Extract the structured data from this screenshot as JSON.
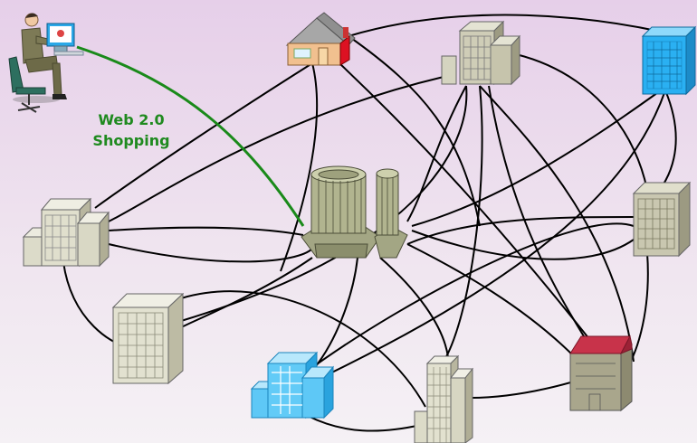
{
  "diagram": {
    "label_line1": "Web 2.0",
    "label_line2": "Shopping",
    "colors": {
      "background_top": "#e6cfe9",
      "background_bottom": "#f5f1f5",
      "connection": "#000000",
      "shopping_link": "#1a8a1a",
      "label": "#1f8a1f"
    },
    "nodes": [
      {
        "id": "shopper",
        "icon": "person-at-computer-icon"
      },
      {
        "id": "house",
        "icon": "house-icon"
      },
      {
        "id": "office-top-center",
        "icon": "office-building-icon"
      },
      {
        "id": "tower-blue-top-right",
        "icon": "blue-tower-icon"
      },
      {
        "id": "office-left",
        "icon": "office-building-icon"
      },
      {
        "id": "data-center",
        "icon": "data-center-towers-icon"
      },
      {
        "id": "office-right",
        "icon": "office-building-icon"
      },
      {
        "id": "office-bottom-left",
        "icon": "office-building-icon"
      },
      {
        "id": "blue-building-bottom",
        "icon": "blue-building-icon"
      },
      {
        "id": "skyscraper-bottom",
        "icon": "skyscraper-icon"
      },
      {
        "id": "red-roof-building",
        "icon": "red-roof-building-icon"
      }
    ]
  }
}
